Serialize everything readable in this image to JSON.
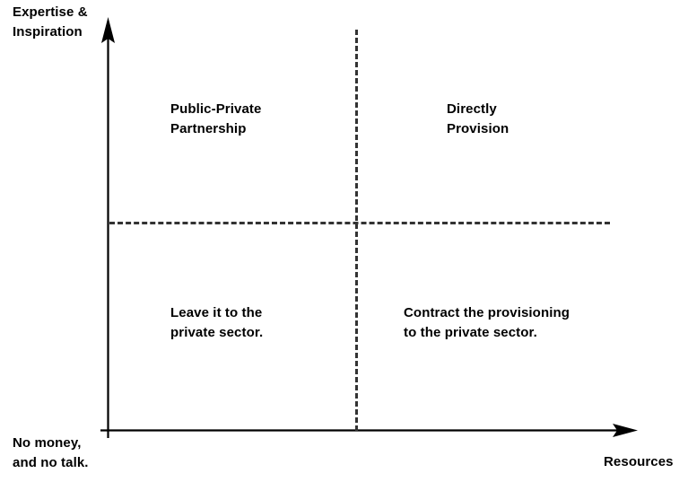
{
  "diagram": {
    "type": "2x2-matrix",
    "background_color": "#ffffff",
    "axis_color": "#000000",
    "divider_color": "#333333",
    "text_color": "#000000"
  },
  "axes": {
    "y": {
      "label": "Expertise &\nInspiration",
      "direction": "up",
      "arrow": true
    },
    "x": {
      "label": "Resources",
      "direction": "right",
      "arrow": true
    },
    "origin": {
      "label": "No money,\nand no talk."
    }
  },
  "quadrants": [
    {
      "position": "top-left",
      "label": "Public-Private\nPartnership",
      "meaning": "high expertise, low resources"
    },
    {
      "position": "top-right",
      "label": "Directly\nProvision",
      "meaning": "high expertise, high resources"
    },
    {
      "position": "bottom-left",
      "label": "Leave it to the\nprivate sector.",
      "meaning": "low expertise, low resources"
    },
    {
      "position": "bottom-right",
      "label": "Contract the provisioning\nto the private sector.",
      "meaning": "low expertise, high resources"
    }
  ]
}
